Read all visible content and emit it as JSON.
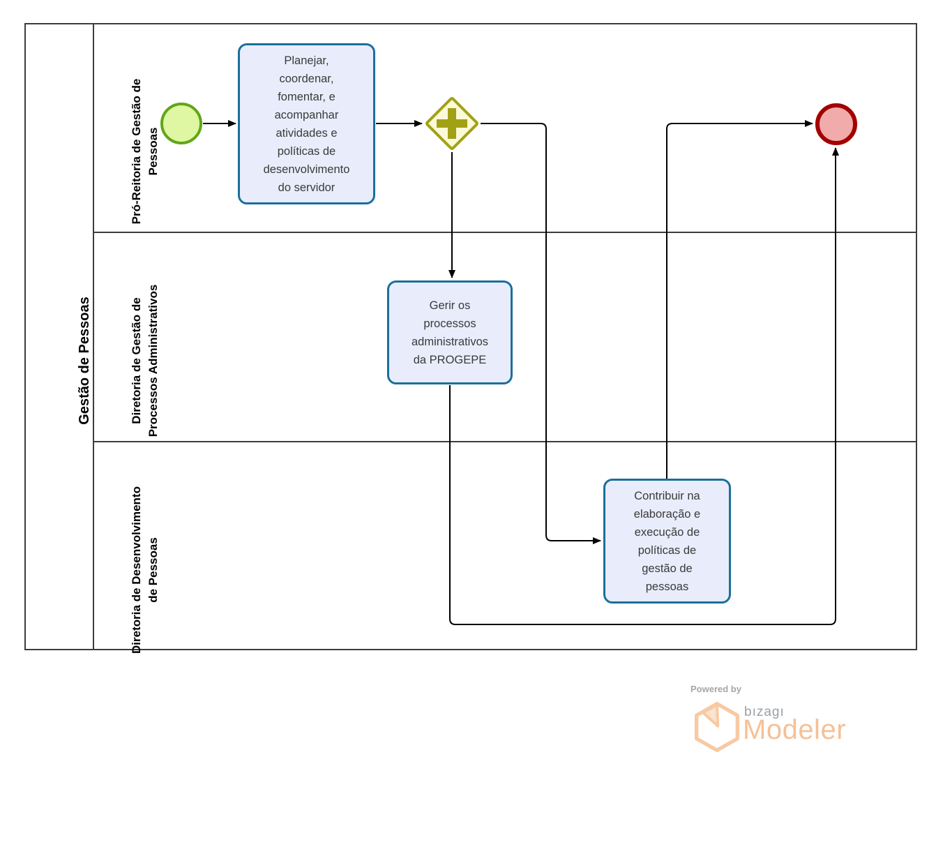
{
  "pool": {
    "label": "Gestão de Pessoas",
    "lanes": [
      {
        "label": "Pró-Reitoria de Gestão de\nPessoas"
      },
      {
        "label": "Diretoria de Gestão de\nProcessos Administrativos"
      },
      {
        "label": "Diretoria de Desenvolvimento\nde Pessoas"
      }
    ]
  },
  "tasks": [
    {
      "label": "Planejar,\ncoordenar,\nfomentar, e\nacompanhar\natividades e\npolíticas de\ndesenvolvimento\ndo servidor"
    },
    {
      "label": "Gerir os\nprocessos\nadministrativos\nda PROGEPE"
    },
    {
      "label": "Contribuir na\nelaboração e\nexecução de\npolíticas de\ngestão de\npessoas"
    }
  ],
  "events": {
    "start": {
      "type": "start"
    },
    "end": {
      "type": "end"
    }
  },
  "gateway": {
    "type": "parallel"
  },
  "logo": {
    "powered_by": "Powered by",
    "brand": "bızagı",
    "product": "Modeler"
  },
  "colors": {
    "task_fill": "#e9edfb",
    "task_border": "#1b6f9b",
    "start_fill": "#dff6a3",
    "start_border": "#61a617",
    "gateway_fill": "#fafad8",
    "gateway_border": "#a2a116",
    "end_fill": "#f2abab",
    "end_border": "#a30000",
    "flow": "#000000",
    "lane_border": "#3c3c3c",
    "logo_orange": "#f8c9a2",
    "logo_gray": "#9aa0a6"
  }
}
